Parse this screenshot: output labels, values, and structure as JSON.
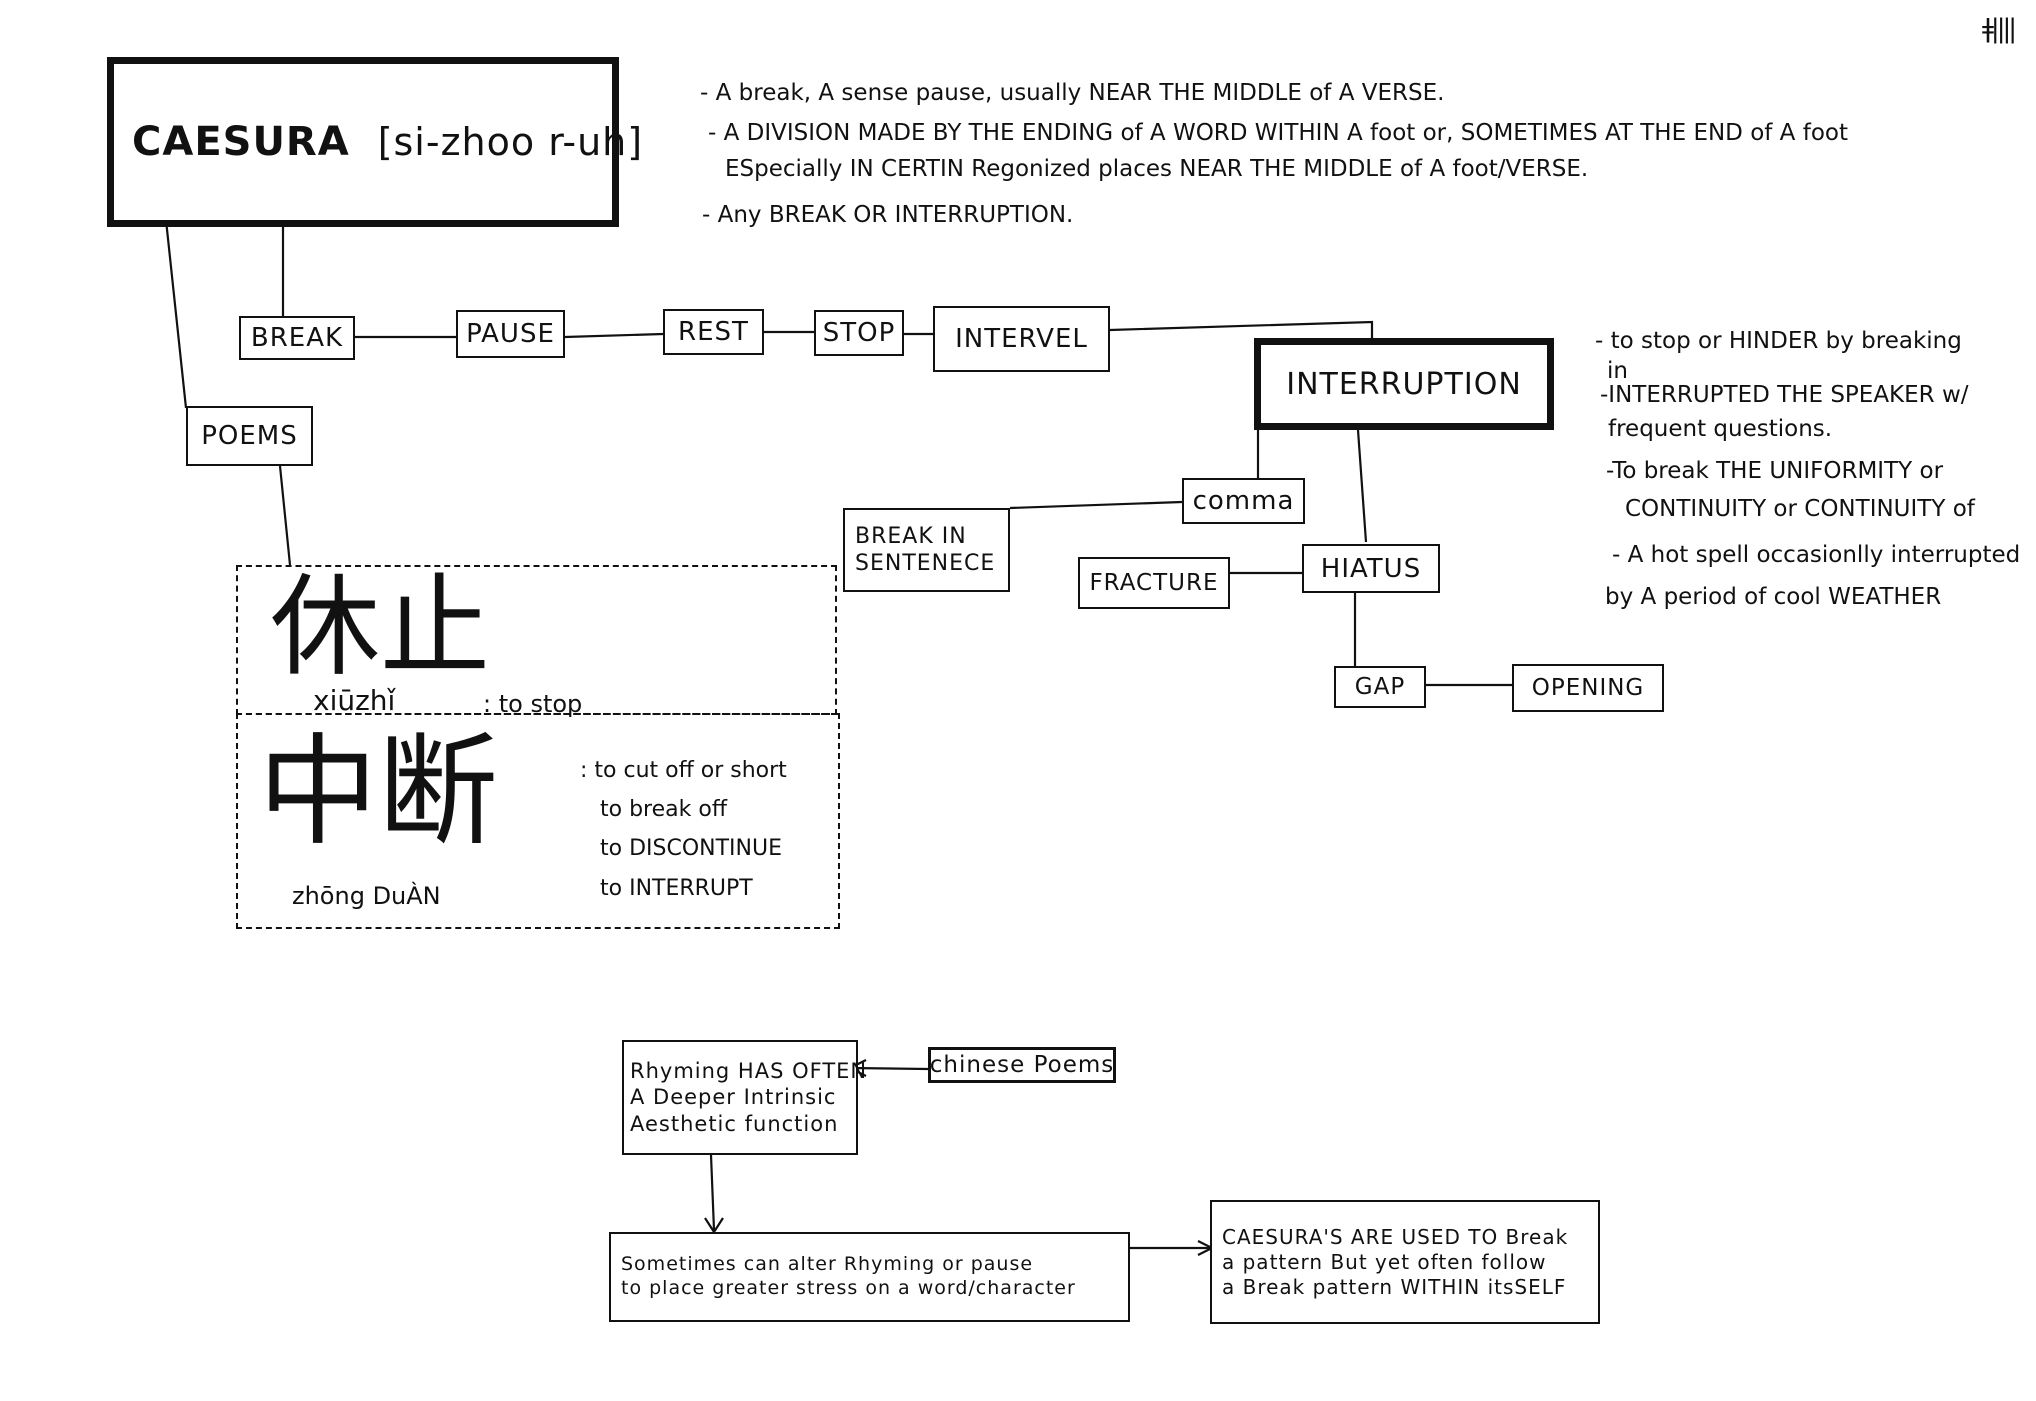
{
  "title": {
    "word": "CAESURA",
    "pronunciation": "[si-zhoo r-uh]"
  },
  "definitions": [
    "- A break, A sense pause, usually NEAR THE MIDDLE of A VERSE.",
    "- A DIVISION MADE BY THE ENDING of A WORD WITHIN A foot or, SOMETIMES AT THE END of A foot",
    "ESpecially IN CERTIN Regonized places NEAR THE MIDDLE of A foot/VERSE.",
    "- Any BREAK OR INTERRUPTION."
  ],
  "synonyms": [
    "BREAK",
    "PAUSE",
    "REST",
    "STOP",
    "INTERVEL"
  ],
  "poems_label": "POEMS",
  "interruption": {
    "label": "INTERRUPTION",
    "notes": [
      "- to stop or HINDER by breaking",
      "in",
      "-INTERRUPTED THE SPEAKER w/",
      "frequent questions.",
      "-To break THE UNIFORMITY or",
      "CONTINUITY or CONTINUITY of",
      "- A hot spell occasionlly interrupted",
      "by A period of cool WEATHER"
    ]
  },
  "nodes": {
    "comma": "comma",
    "break_in_sentence": [
      "BREAK IN",
      "SENTENECE"
    ],
    "fracture": "FRACTURE",
    "hiatus": "HIATUS",
    "gap": "GAP",
    "opening": "OPENING"
  },
  "chinese": {
    "word1": {
      "hanzi": "休止",
      "pinyin": "xiūzhǐ",
      "gloss": ": to stop"
    },
    "word2": {
      "hanzi": "中断",
      "pinyin": "zhōng DuÀN",
      "glosses": [
        ": to cut off or short",
        "to break off",
        "to DISCONTINUE",
        "to INTERRUPT"
      ]
    }
  },
  "flow": {
    "rhyming": [
      "Rhyming HAS OFTEN",
      "A Deeper Intrinsic",
      "Aesthetic function"
    ],
    "chinese_poems": "chinese Poems",
    "sometimes": [
      "Sometimes can alter Rhyming or pause",
      "to place greater stress on a word/character"
    ],
    "caesuras": [
      "CAESURA'S ARE USED TO Break",
      "a pattern But yet often follow",
      "a Break pattern WITHIN itsSELF"
    ]
  },
  "corner_mark": "ǂ||||"
}
